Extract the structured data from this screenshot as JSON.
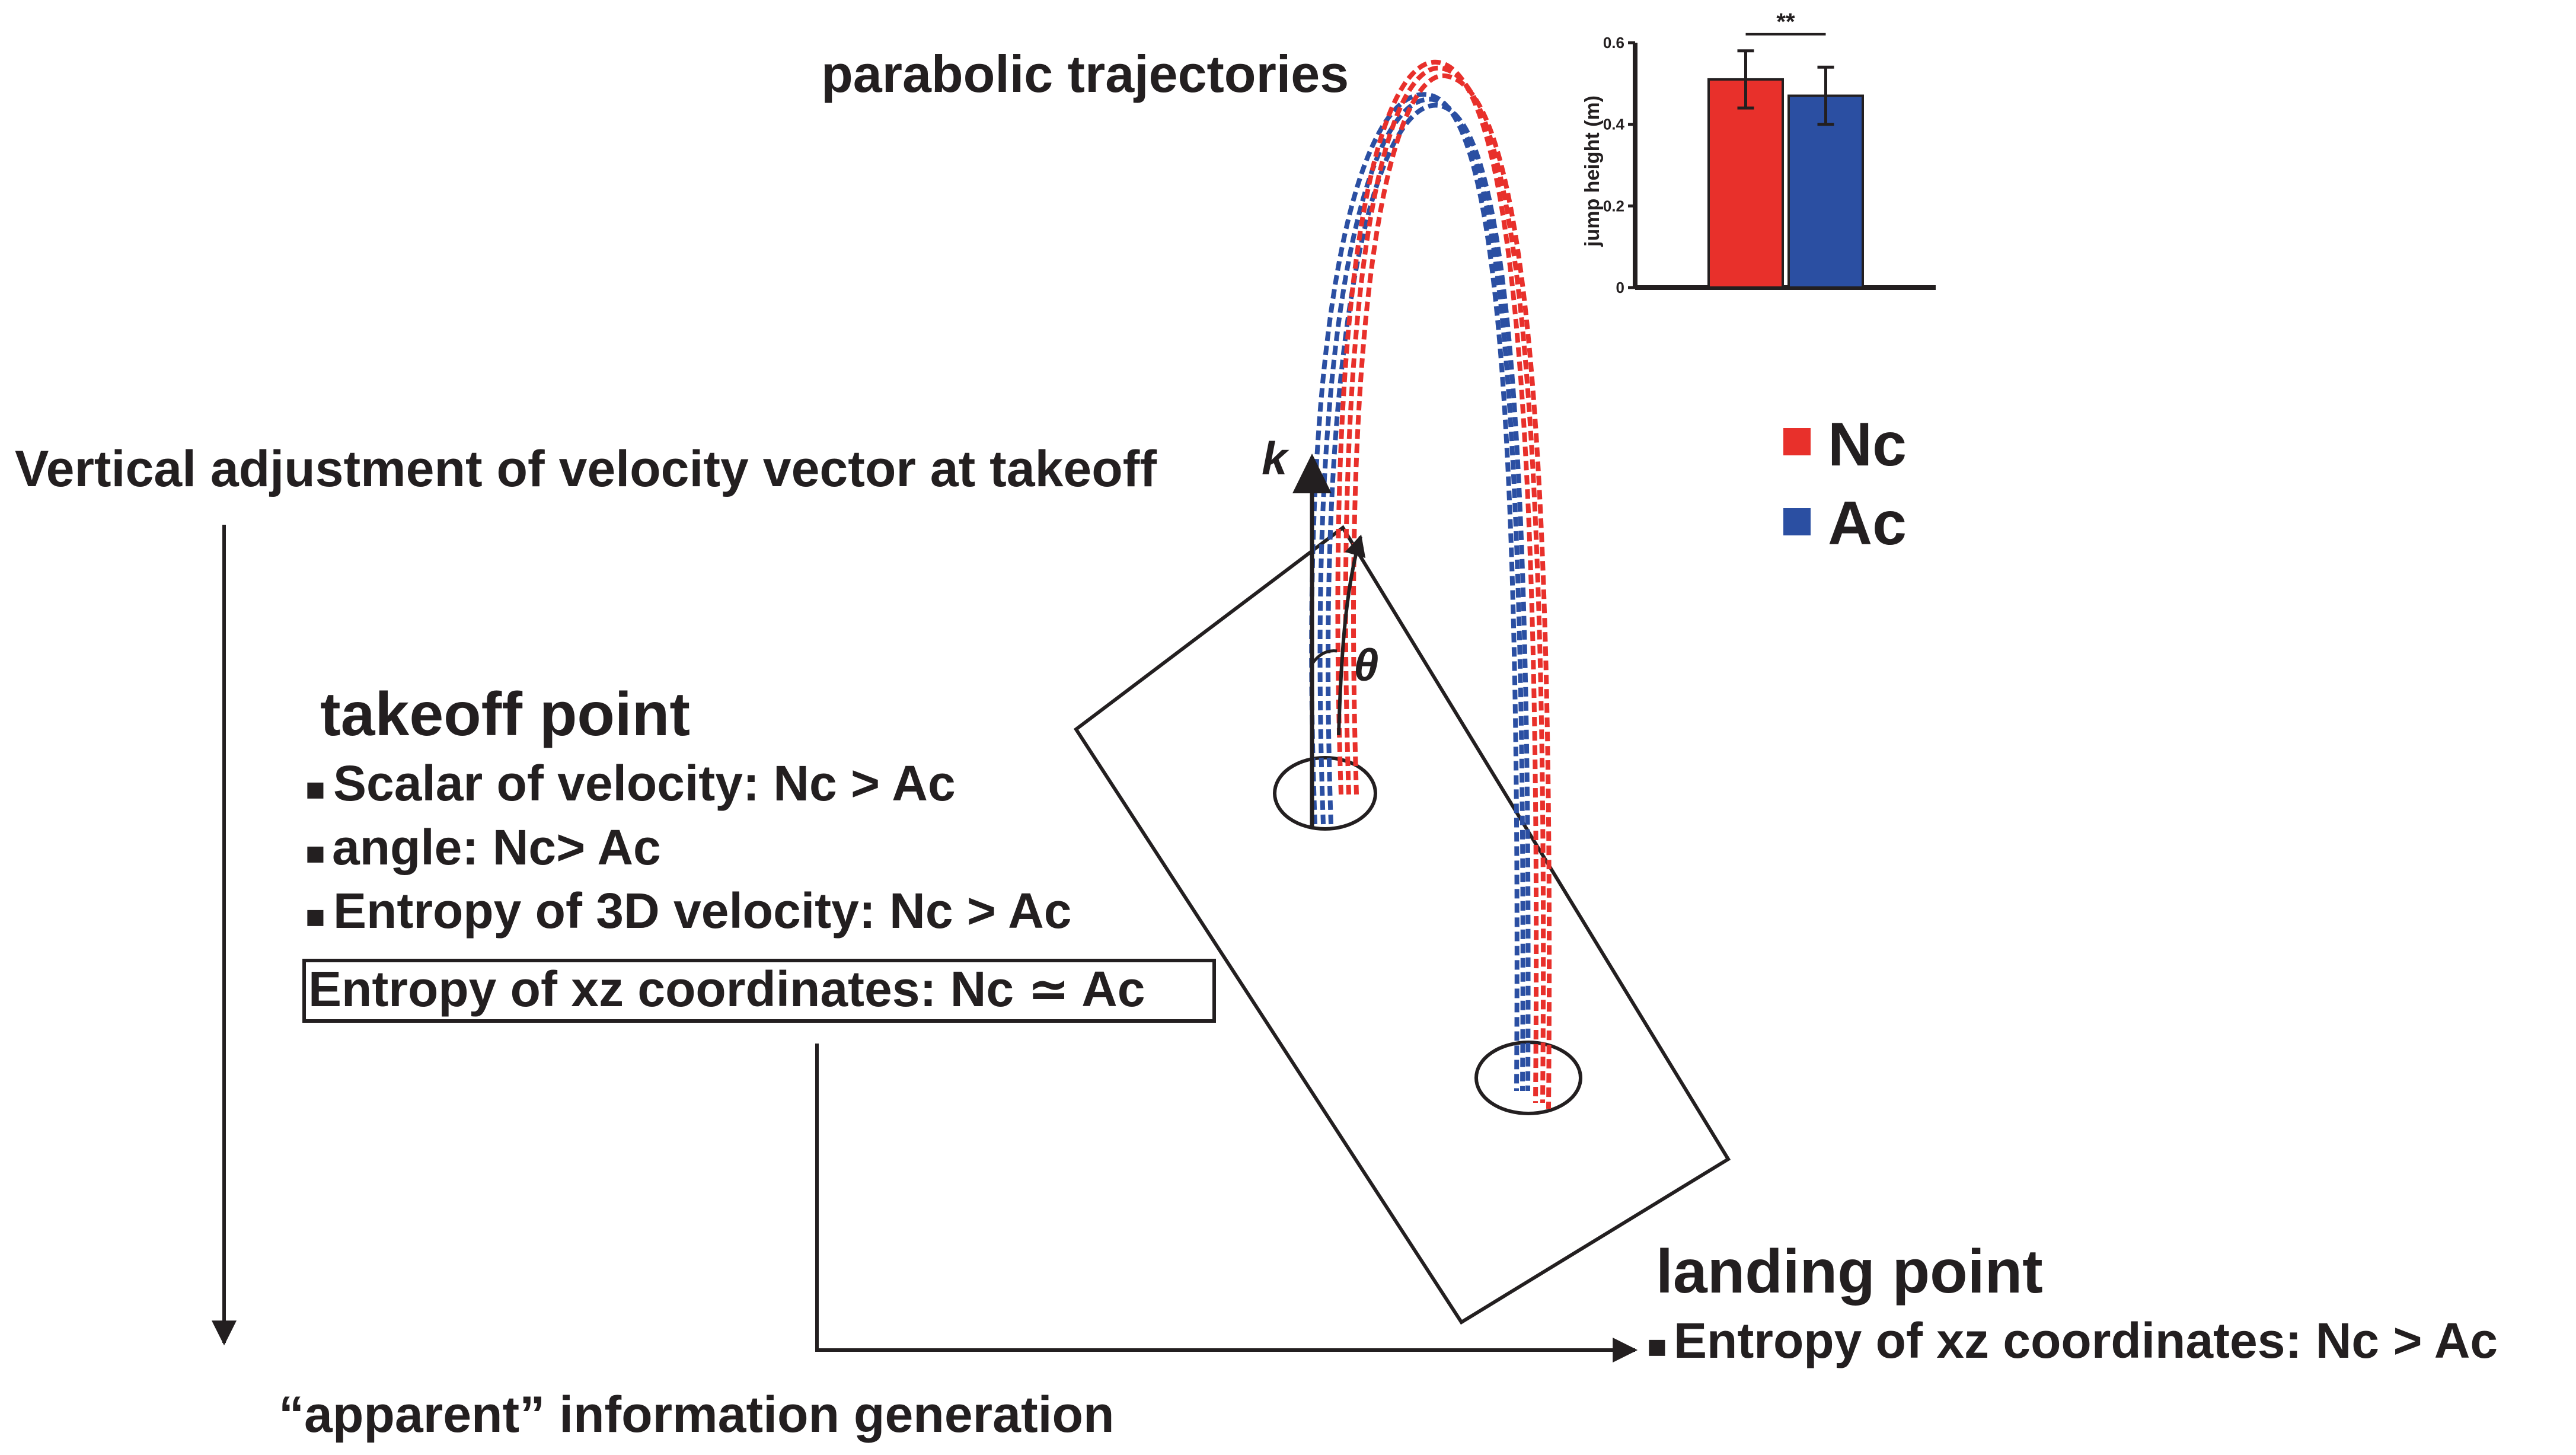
{
  "diagram": {
    "title": "parabolic trajectories",
    "vertical_axis_label": "Vertical adjustment of velocity vector at takeoff",
    "bottom_label": "“apparent” information generation",
    "k_label": "k",
    "theta_label": "θ",
    "legend": [
      {
        "label": "Nc",
        "color": "#e8302b"
      },
      {
        "label": "Ac",
        "color": "#2b4fa2"
      }
    ],
    "takeoff": {
      "heading": "takeoff point",
      "items": [
        {
          "bullet": "■",
          "text": "Scalar of velocity: Nc > Ac"
        },
        {
          "bullet": "■",
          "text": "angle: Nc> Ac"
        },
        {
          "bullet": "■",
          "text": "Entropy of 3D velocity: Nc > Ac"
        }
      ],
      "boxed_item": "Entropy of xz coordinates: Nc ≃ Ac"
    },
    "landing": {
      "heading": "landing point",
      "item_bullet": "■",
      "item": "Entropy of xz coordinates: Nc > Ac"
    }
  },
  "chart_data": {
    "type": "bar",
    "categories": [
      "Nc",
      "Ac"
    ],
    "values": [
      0.51,
      0.47
    ],
    "errors": [
      0.07,
      0.07
    ],
    "colors": [
      "#e8302b",
      "#2b4fa2"
    ],
    "ylabel": "jump height (m)",
    "ylim": [
      0,
      0.6
    ],
    "yticks": [
      "0",
      "0.2",
      "0.4",
      "0.6"
    ],
    "significance": "**"
  }
}
